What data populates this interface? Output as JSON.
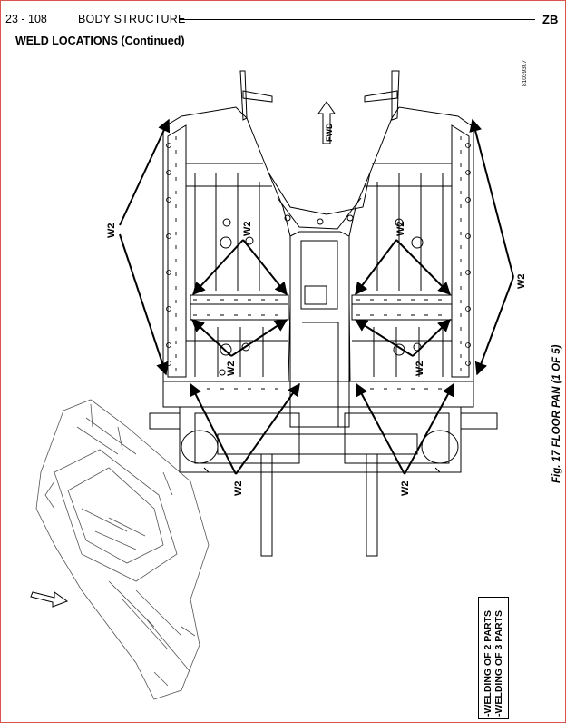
{
  "header": {
    "page_number": "23 - 108",
    "section_title": "BODY STRUCTURE",
    "model_code": "ZB"
  },
  "subtitle": "WELD LOCATIONS (Continued)",
  "figure": {
    "caption": "Fig. 17 FLOOR PAN (1 OF 5)",
    "image_code": "81039307",
    "forward_label": "FWD",
    "callout_label": "W2"
  },
  "legend": {
    "items": [
      "-WELDING OF 2 PARTS",
      "-WELDING OF 3 PARTS"
    ]
  }
}
